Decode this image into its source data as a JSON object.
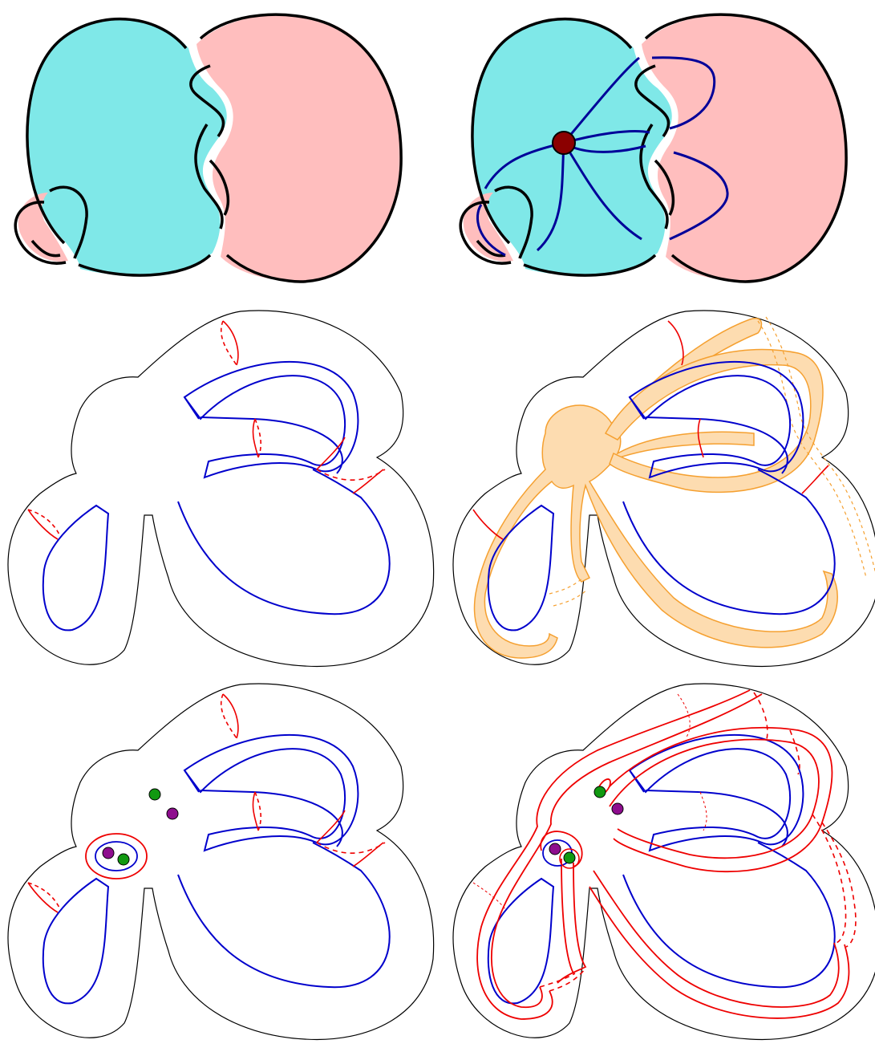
{
  "figure": {
    "panels": [
      {
        "id": "knot-diagram"
      },
      {
        "id": "knot-with-graph"
      },
      {
        "id": "surface-with-arcs"
      },
      {
        "id": "surface-with-band"
      },
      {
        "id": "surface-with-punctures"
      },
      {
        "id": "surface-with-curves"
      }
    ]
  },
  "colors": {
    "cyan_region": "#7fe8e8",
    "pink_region": "#ffbebe",
    "knot_stroke": "#000000",
    "graph_edges": "#000099",
    "graph_vertex": "#8b0000",
    "surface_boundary": "#000000",
    "blue_curves": "#0000cc",
    "red_curves": "#ee0000",
    "band_fill": "#fddcb0",
    "band_stroke": "#f5a030",
    "green_points": "#119911",
    "purple_points": "#8e0d8e"
  }
}
